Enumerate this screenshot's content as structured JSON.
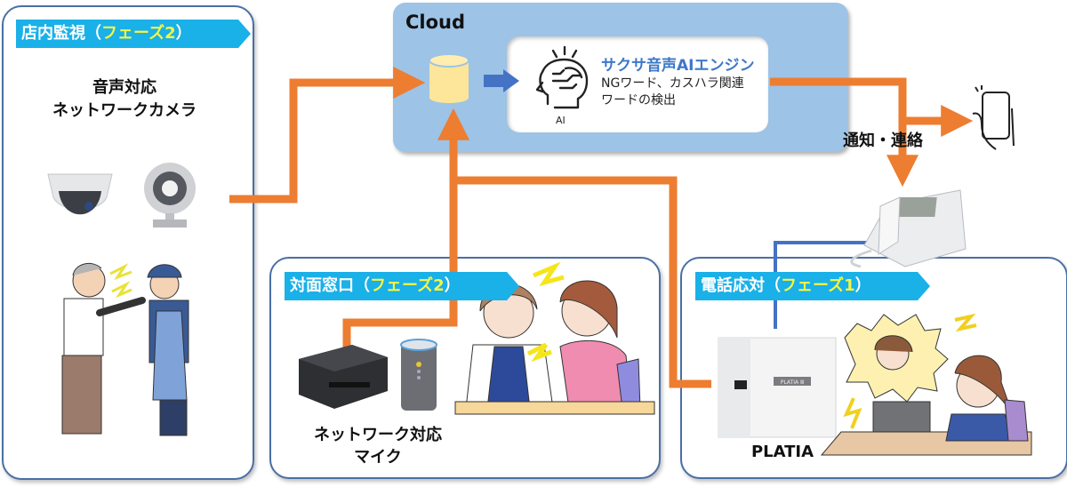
{
  "cloud": {
    "title": "Cloud",
    "engine": {
      "title": "サクサ音声AIエンジン",
      "description": "NGワード、カスハラ関連\nワードの検出",
      "icon_label": "AI"
    }
  },
  "panels": {
    "store": {
      "banner_prefix": "店内監視（",
      "banner_phase": "フェーズ2",
      "banner_suffix": "）",
      "device_label": "音声対応\nネットワークカメラ"
    },
    "counter": {
      "banner_prefix": "対面窓口（",
      "banner_phase": "フェーズ2",
      "banner_suffix": "）",
      "device_label": "ネットワーク対応\nマイク"
    },
    "phone": {
      "banner_prefix": "電話応対（",
      "banner_phase": "フェーズ1",
      "banner_suffix": "）",
      "device_label": "PLATIA",
      "device_badge": "PLATIA Ⅲ"
    }
  },
  "notify_label": "通知・連絡",
  "colors": {
    "banner": "#1ab0e8",
    "phase_text": "#f5f542",
    "cloud_bg": "#9dc3e6",
    "engine_title": "#3d78c8",
    "flow_orange": "#ed7d31",
    "flow_blue": "#4472c4",
    "database": "#fde699"
  }
}
